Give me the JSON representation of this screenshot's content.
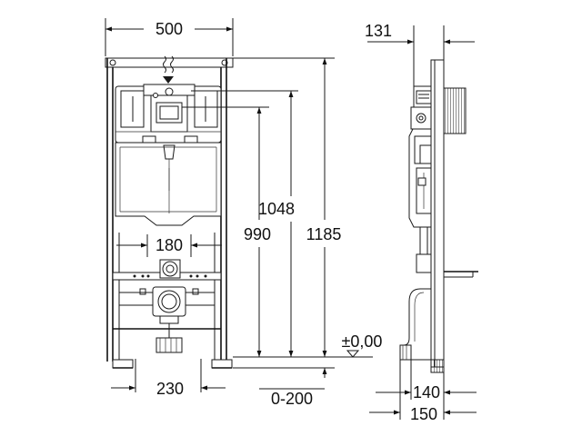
{
  "dimensions": {
    "frame_width": "500",
    "frame_depth_top": "131",
    "flush_plate_width": "180",
    "height_total": "1185",
    "height_tank": "1048",
    "height_990": "990",
    "outlet_spacing": "230",
    "floor_level": "±0,00",
    "adjust_range": "0-200",
    "depth_140": "140",
    "depth_150": "150"
  }
}
